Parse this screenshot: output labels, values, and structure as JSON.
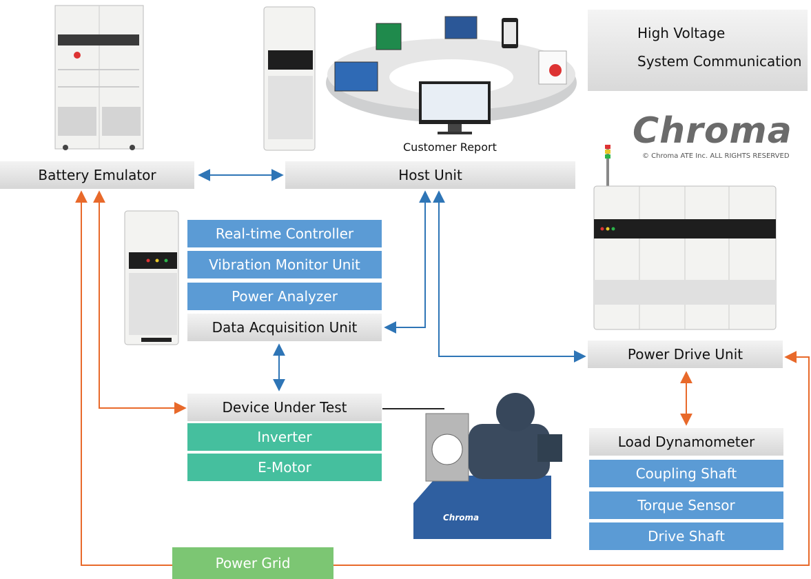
{
  "legend": {
    "high_voltage": "High Voltage",
    "system_communication": "System Communication",
    "high_voltage_color": "#e8692a",
    "system_communication_color": "#2e75b6"
  },
  "brand": {
    "logo_text": "Chroma",
    "copyright": "© Chroma ATE Inc. ALL RIGHTS RESERVED",
    "machine_badge": "Chroma"
  },
  "customer_report": "Customer Report",
  "nodes": {
    "battery_emulator": "Battery Emulator",
    "host_unit": "Host Unit",
    "realtime_controller": "Real-time Controller",
    "vibration_monitor": "Vibration Monitor Unit",
    "power_analyzer": "Power Analyzer",
    "data_acquisition": "Data Acquisition Unit",
    "device_under_test": "Device Under Test",
    "inverter": "Inverter",
    "e_motor": "E-Motor",
    "power_drive_unit": "Power Drive Unit",
    "load_dynamometer": "Load Dynamometer",
    "coupling_shaft": "Coupling Shaft",
    "torque_sensor": "Torque Sensor",
    "drive_shaft": "Drive Shaft",
    "power_grid": "Power Grid"
  }
}
